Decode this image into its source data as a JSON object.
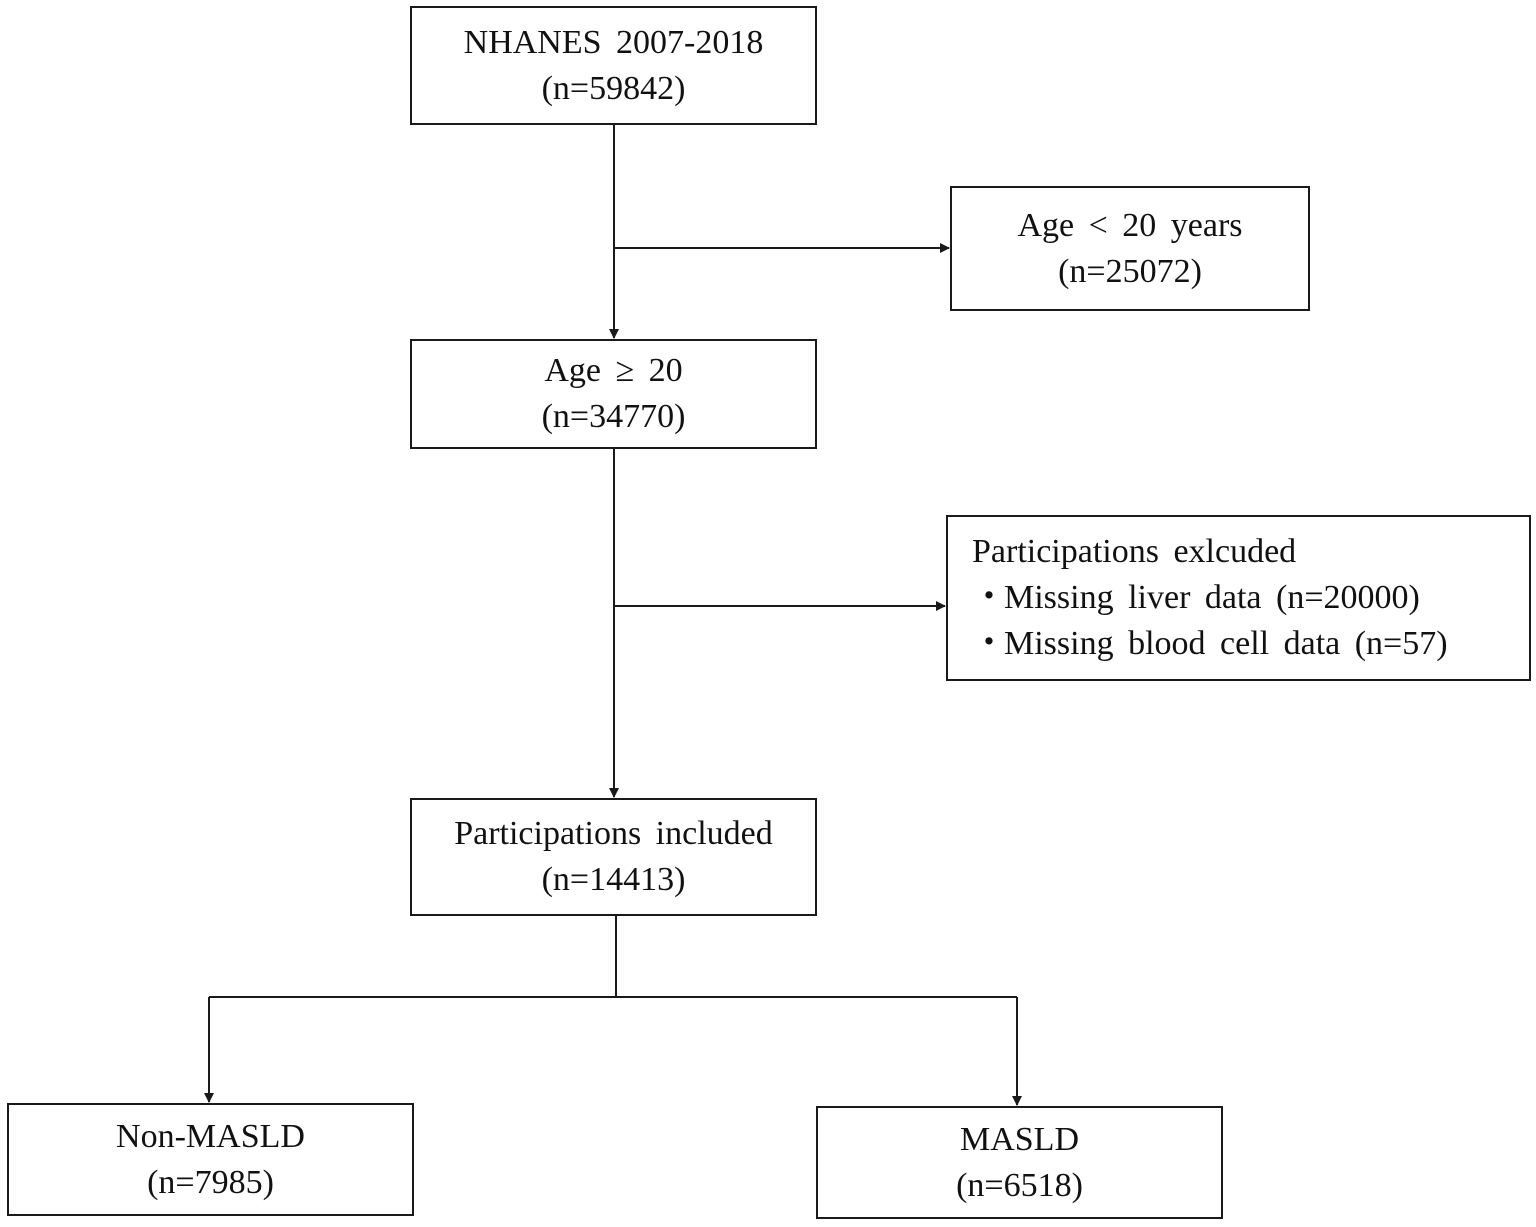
{
  "flowchart": {
    "nhanes": {
      "title": "NHANES  2007-2018",
      "count": "(n=59842)"
    },
    "age_under": {
      "title": "Age < 20 years",
      "count": "(n=25072)"
    },
    "age_over": {
      "title": "Age ≥ 20",
      "count": "(n=34770)"
    },
    "excluded": {
      "title": "Participations  exlcuded",
      "bullet": "・",
      "items": [
        "Missing  liver  data  (n=20000)",
        "Missing  blood  cell  data  (n=57)"
      ]
    },
    "included": {
      "title": "Participations  included",
      "count": "(n=14413)"
    },
    "non_masld": {
      "title": "Non-MASLD",
      "count": "(n=7985)"
    },
    "masld": {
      "title": "MASLD",
      "count": "(n=6518)"
    }
  },
  "colors": {
    "line": "#1a1a1a",
    "background": "#ffffff"
  }
}
